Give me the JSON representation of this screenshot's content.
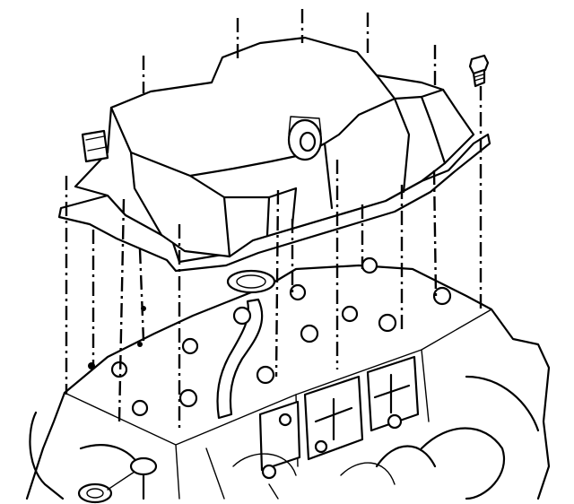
{
  "figure": {
    "subject": "engine-oil-pan-installation",
    "parts": [
      "oil-pan",
      "oil-pan-gasket",
      "oil-pan-bolt",
      "engine-block",
      "crankshaft-bearing-caps",
      "oil-pump-pickup-tube"
    ],
    "colors": {
      "ink": "#000000",
      "paper": "#ffffff"
    },
    "bolt_count": 15
  }
}
